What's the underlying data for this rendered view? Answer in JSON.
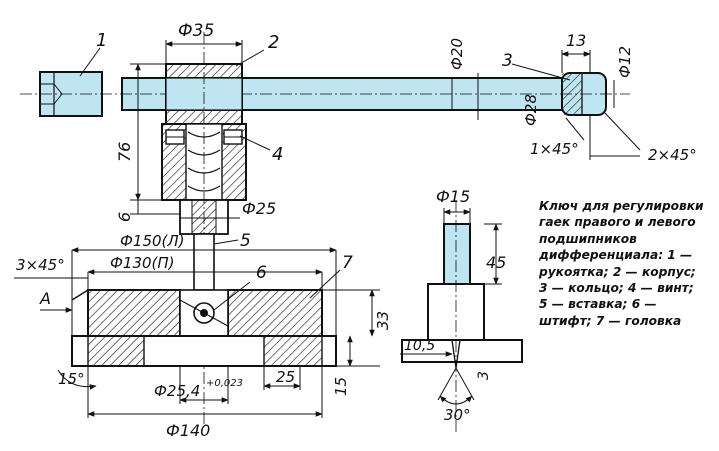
{
  "caption": {
    "lines": [
      "Ключ для регулировки",
      "гаек правого и левого",
      "подшипников",
      "дифференциала: 1 —",
      "рукоятка; 2 — корпус;",
      "3 — кольцо; 4 — винт;",
      "5 — вставка; 6 —",
      "штифт; 7 — головка"
    ]
  },
  "callouts": {
    "p1": "1",
    "p2": "2",
    "p3": "3",
    "p4": "4",
    "p5": "5",
    "p6": "6",
    "p7": "7",
    "viewA": "А"
  },
  "dimensions": {
    "d35": "Ф35",
    "d20": "Ф20",
    "d28": "Ф28",
    "d12": "Ф12",
    "l13": "13",
    "h76": "76",
    "d25": "Ф25",
    "h6": "6",
    "d150": "Ф150(Л)",
    "d130": "Ф130(П)",
    "ch3x45": "3×45°",
    "ch1x45": "1×45°",
    "ch2x45": "2×45°",
    "h33": "33",
    "h15": "15",
    "a15": "15°",
    "d254": "Ф25,4",
    "tol": "+0,023",
    "l25": "25",
    "d140": "Ф140",
    "d15": "Ф15",
    "l45": "45",
    "l105": "10,5",
    "l3": "3",
    "a30": "30°"
  },
  "colors": {
    "ink": "#111111",
    "handle_fill": "#bfe4f2",
    "hatch": "#222222"
  }
}
